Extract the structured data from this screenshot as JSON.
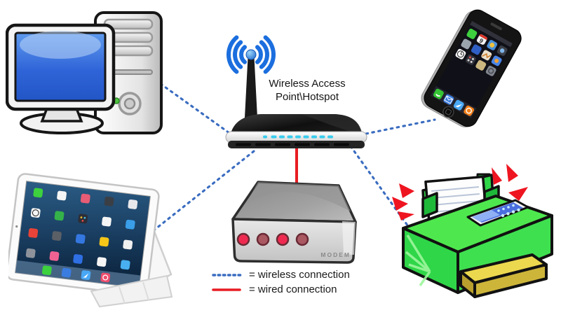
{
  "diagram": {
    "type": "network-topology",
    "hub": {
      "name": "Wireless Access Point\\Hotspot",
      "label_line1": "Wireless Access",
      "label_line2": "Point\\Hotspot",
      "led_count": 9
    },
    "devices": [
      {
        "id": "desktop-computer",
        "connection": "wireless"
      },
      {
        "id": "smartphone",
        "connection": "wireless"
      },
      {
        "id": "tablet",
        "connection": "wireless"
      },
      {
        "id": "printer",
        "connection": "wireless"
      },
      {
        "id": "modem",
        "connection": "wired"
      }
    ],
    "modem": {
      "label": "MODEM",
      "light_count": 4
    },
    "phone": {
      "calendar_day": "9"
    },
    "legend": {
      "items": [
        {
          "symbol": "dotted-blue-line",
          "label": "= wireless connection",
          "color": "#3a6cc0"
        },
        {
          "symbol": "solid-red-line",
          "label": "= wired connection",
          "color": "#e81c24"
        }
      ]
    },
    "colors": {
      "wireless_line": "#3a6cc0",
      "wired_line": "#e81c24",
      "wifi_icon": "#1b6ede",
      "router_led": "#38ccee",
      "printer_green": "#4ee84e",
      "tray_yellow": "#ecd84e",
      "modem_light_bright": "#ef2a50",
      "modem_light_dim": "#aa5862",
      "background": "#ffffff"
    }
  }
}
